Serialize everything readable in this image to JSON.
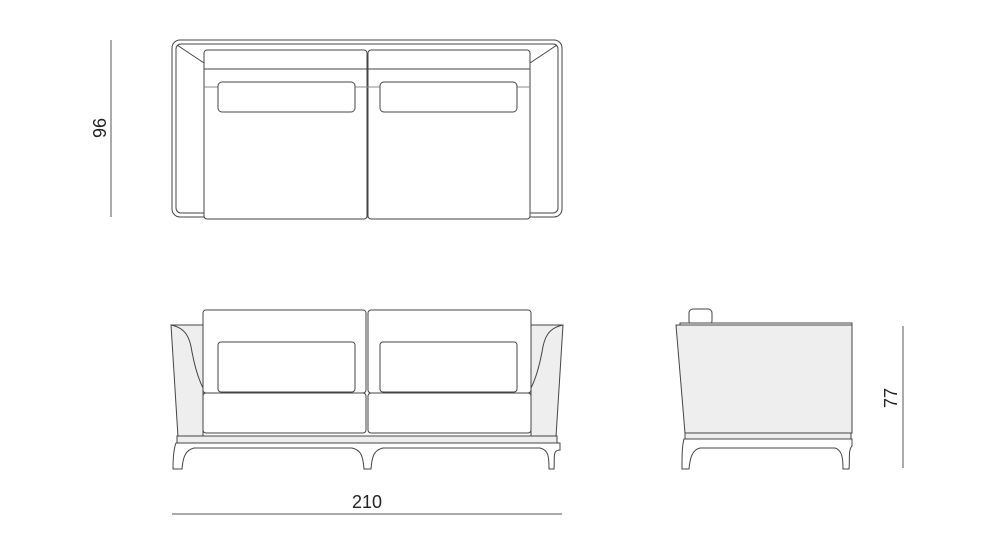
{
  "dimensions": {
    "depth": "96",
    "width": "210",
    "height": "77"
  },
  "views": [
    "top-view",
    "front-view",
    "side-view"
  ],
  "colors": {
    "line": "#444444",
    "shade": "#eeeeee",
    "background": "#ffffff"
  }
}
